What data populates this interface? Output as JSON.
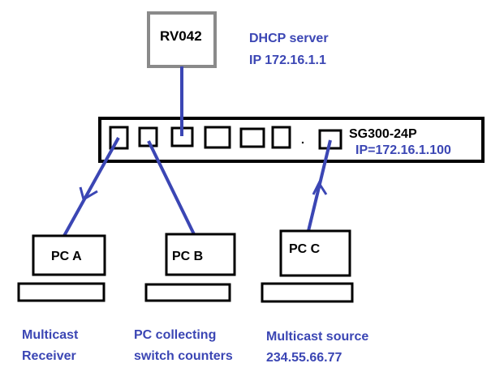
{
  "colors": {
    "line": "#3b46b4",
    "router_border": "#8a8a8a",
    "device_border": "#000000",
    "text_blue": "#3b46b4",
    "text_black": "#000000",
    "background": "#ffffff"
  },
  "router": {
    "label": "RV042",
    "note_line1": "DHCP server",
    "note_line2": "IP 172.16.1.1"
  },
  "switch": {
    "label": "SG300-24P",
    "ip": "IP=172.16.1.100"
  },
  "pcs": [
    {
      "label": "PC A",
      "caption_line1": "Multicast",
      "caption_line2": "Receiver"
    },
    {
      "label": "PC B",
      "caption_line1": "PC collecting",
      "caption_line2": "switch counters"
    },
    {
      "label": "PC C",
      "caption_line1": "Multicast source",
      "caption_line2": "234.55.66.77"
    }
  ]
}
